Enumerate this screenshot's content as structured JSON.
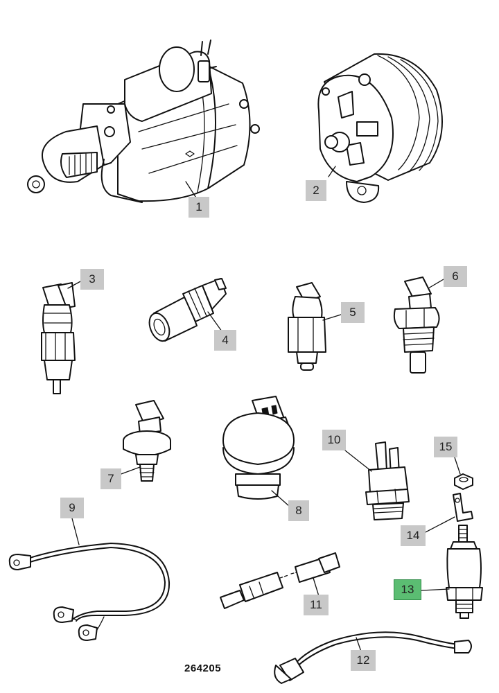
{
  "diagram": {
    "figure_number": "264205",
    "colors": {
      "callout_grey": "#c8c8c8",
      "callout_selected": "#5bbd72"
    },
    "callouts": [
      {
        "label": "1",
        "part": "starter-motor"
      },
      {
        "label": "2",
        "part": "alternator"
      },
      {
        "label": "3",
        "part": "switch"
      },
      {
        "label": "4",
        "part": "sensor"
      },
      {
        "label": "5",
        "part": "sender"
      },
      {
        "label": "6",
        "part": "sender"
      },
      {
        "label": "7",
        "part": "switch"
      },
      {
        "label": "8",
        "part": "switch"
      },
      {
        "label": "9",
        "part": "cable"
      },
      {
        "label": "10",
        "part": "switch"
      },
      {
        "label": "11",
        "part": "connector"
      },
      {
        "label": "12",
        "part": "cable"
      },
      {
        "label": "13",
        "part": "switch",
        "selected": true
      },
      {
        "label": "14",
        "part": "bracket"
      },
      {
        "label": "15",
        "part": "nut"
      }
    ]
  }
}
